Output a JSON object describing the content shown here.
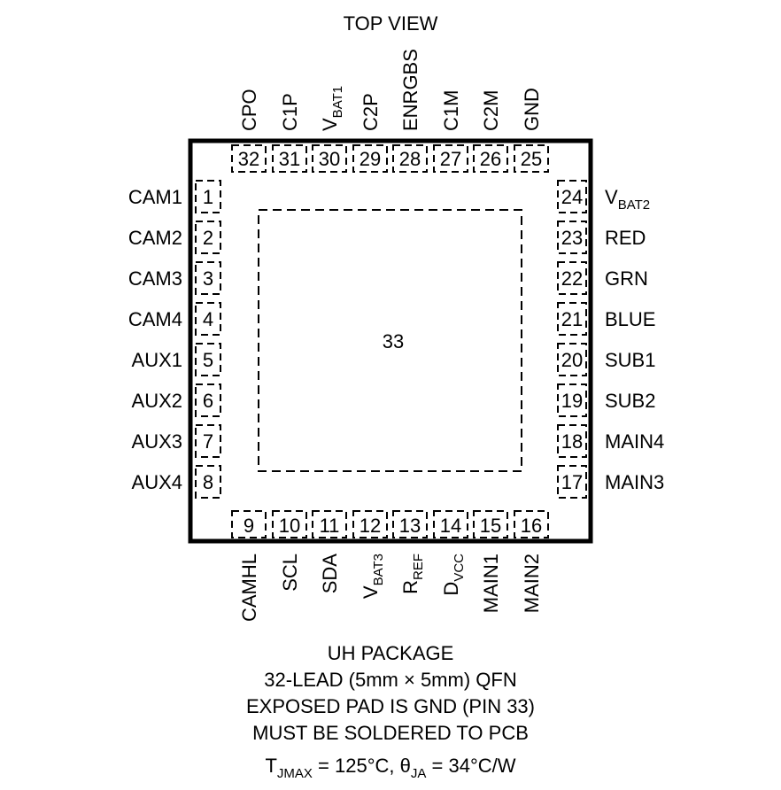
{
  "title": "TOP VIEW",
  "exposed_pad": "33",
  "pins_top": [
    {
      "num": "32",
      "name": "CPO",
      "sub": ""
    },
    {
      "num": "31",
      "name": "C1P",
      "sub": ""
    },
    {
      "num": "30",
      "name": "V",
      "sub": "BAT1"
    },
    {
      "num": "29",
      "name": "C2P",
      "sub": ""
    },
    {
      "num": "28",
      "name": "ENRGBS",
      "sub": ""
    },
    {
      "num": "27",
      "name": "C1M",
      "sub": ""
    },
    {
      "num": "26",
      "name": "C2M",
      "sub": ""
    },
    {
      "num": "25",
      "name": "GND",
      "sub": ""
    }
  ],
  "pins_left": [
    {
      "num": "1",
      "name": "CAM1",
      "sub": ""
    },
    {
      "num": "2",
      "name": "CAM2",
      "sub": ""
    },
    {
      "num": "3",
      "name": "CAM3",
      "sub": ""
    },
    {
      "num": "4",
      "name": "CAM4",
      "sub": ""
    },
    {
      "num": "5",
      "name": "AUX1",
      "sub": ""
    },
    {
      "num": "6",
      "name": "AUX2",
      "sub": ""
    },
    {
      "num": "7",
      "name": "AUX3",
      "sub": ""
    },
    {
      "num": "8",
      "name": "AUX4",
      "sub": ""
    }
  ],
  "pins_right": [
    {
      "num": "24",
      "name": "V",
      "sub": "BAT2"
    },
    {
      "num": "23",
      "name": "RED",
      "sub": ""
    },
    {
      "num": "22",
      "name": "GRN",
      "sub": ""
    },
    {
      "num": "21",
      "name": "BLUE",
      "sub": ""
    },
    {
      "num": "20",
      "name": "SUB1",
      "sub": ""
    },
    {
      "num": "19",
      "name": "SUB2",
      "sub": ""
    },
    {
      "num": "18",
      "name": "MAIN4",
      "sub": ""
    },
    {
      "num": "17",
      "name": "MAIN3",
      "sub": ""
    }
  ],
  "pins_bottom": [
    {
      "num": "9",
      "name": "CAMHL",
      "sub": ""
    },
    {
      "num": "10",
      "name": "SCL",
      "sub": ""
    },
    {
      "num": "11",
      "name": "SDA",
      "sub": ""
    },
    {
      "num": "12",
      "name": "V",
      "sub": "BAT3"
    },
    {
      "num": "13",
      "name": "R",
      "sub": "REF"
    },
    {
      "num": "14",
      "name": "D",
      "sub": "VCC"
    },
    {
      "num": "15",
      "name": "MAIN1",
      "sub": ""
    },
    {
      "num": "16",
      "name": "MAIN2",
      "sub": ""
    }
  ],
  "caption": [
    "UH PACKAGE",
    "32-LEAD (5mm × 5mm) QFN",
    "EXPOSED PAD IS GND (PIN 33)",
    "MUST BE SOLDERED TO PCB"
  ],
  "thermal": {
    "t_main": "T",
    "t_sub": "JMAX",
    "t_value": " = 125°C, ",
    "theta_main": "θ",
    "theta_sub": "JA",
    "theta_value": " = 34°C/W"
  }
}
